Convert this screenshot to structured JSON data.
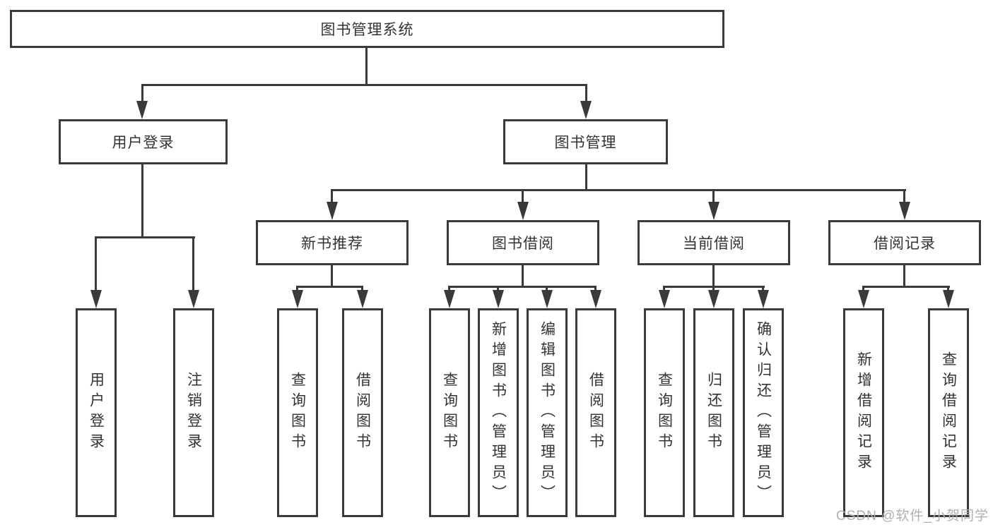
{
  "tree": {
    "root": {
      "label": "图书管理系统"
    },
    "children": [
      {
        "label": "用户登录",
        "children": [
          {
            "label": "用户登录"
          },
          {
            "label": "注销登录"
          }
        ]
      },
      {
        "label": "图书管理",
        "children": [
          {
            "label": "新书推荐",
            "children": [
              {
                "label": "查询图书"
              },
              {
                "label": "借阅图书"
              }
            ]
          },
          {
            "label": "图书借阅",
            "children": [
              {
                "label": "查询图书"
              },
              {
                "label": "新增图书（管理员）"
              },
              {
                "label": "编辑图书（管理员）"
              },
              {
                "label": "借阅图书"
              }
            ]
          },
          {
            "label": "当前借阅",
            "children": [
              {
                "label": "查询图书"
              },
              {
                "label": "归还图书"
              },
              {
                "label": "确认归还（管理员）"
              }
            ]
          },
          {
            "label": "借阅记录",
            "children": [
              {
                "label": "新增借阅记录"
              },
              {
                "label": "查询借阅记录"
              }
            ]
          }
        ]
      }
    ]
  },
  "watermark": {
    "text": "CSDN @软件_小贺同学"
  },
  "colors": {
    "line": "#3a3a3a",
    "text": "#333333",
    "watermark": "#b0aeae",
    "background": "#ffffff"
  }
}
